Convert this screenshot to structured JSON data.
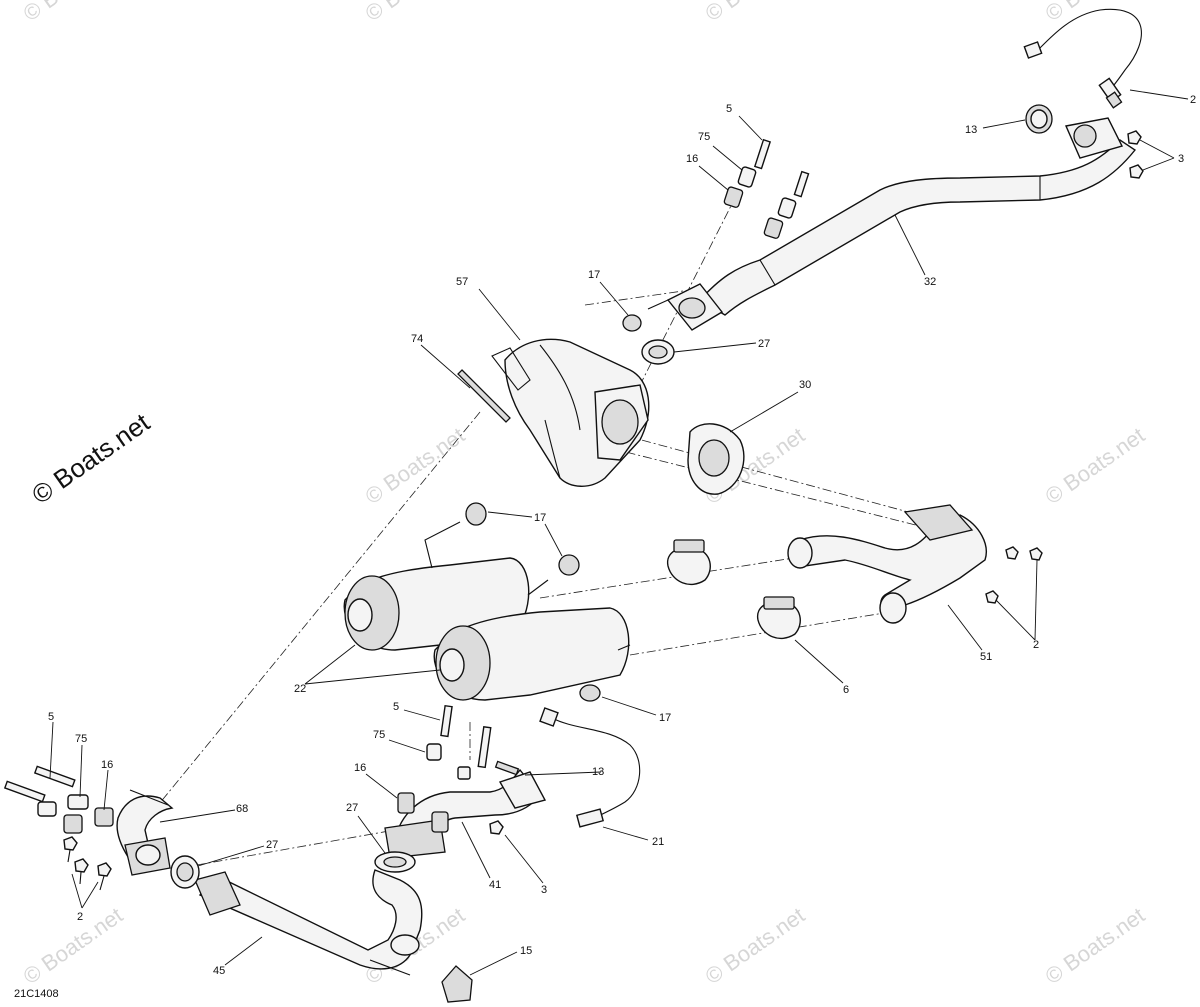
{
  "watermark_text": "© Boats.net",
  "diagram_code": "21C1408",
  "callouts": {
    "c2a": "2",
    "c2b": "2",
    "c2c": "2",
    "c3a": "3",
    "c3b": "3",
    "c5a": "5",
    "c5b": "5",
    "c5c": "5",
    "c6": "6",
    "c13a": "13",
    "c13b": "13",
    "c15": "15",
    "c16a": "16",
    "c16b": "16",
    "c16c": "16",
    "c17a": "17",
    "c17b": "17",
    "c17c": "17",
    "c21": "21",
    "c22": "22",
    "c27a": "27",
    "c27b": "27",
    "c27c": "27",
    "c30": "30",
    "c32": "32",
    "c41": "41",
    "c45": "45",
    "c51": "51",
    "c57": "57",
    "c68": "68",
    "c74": "74",
    "c75a": "75",
    "c75b": "75",
    "c75c": "75"
  }
}
